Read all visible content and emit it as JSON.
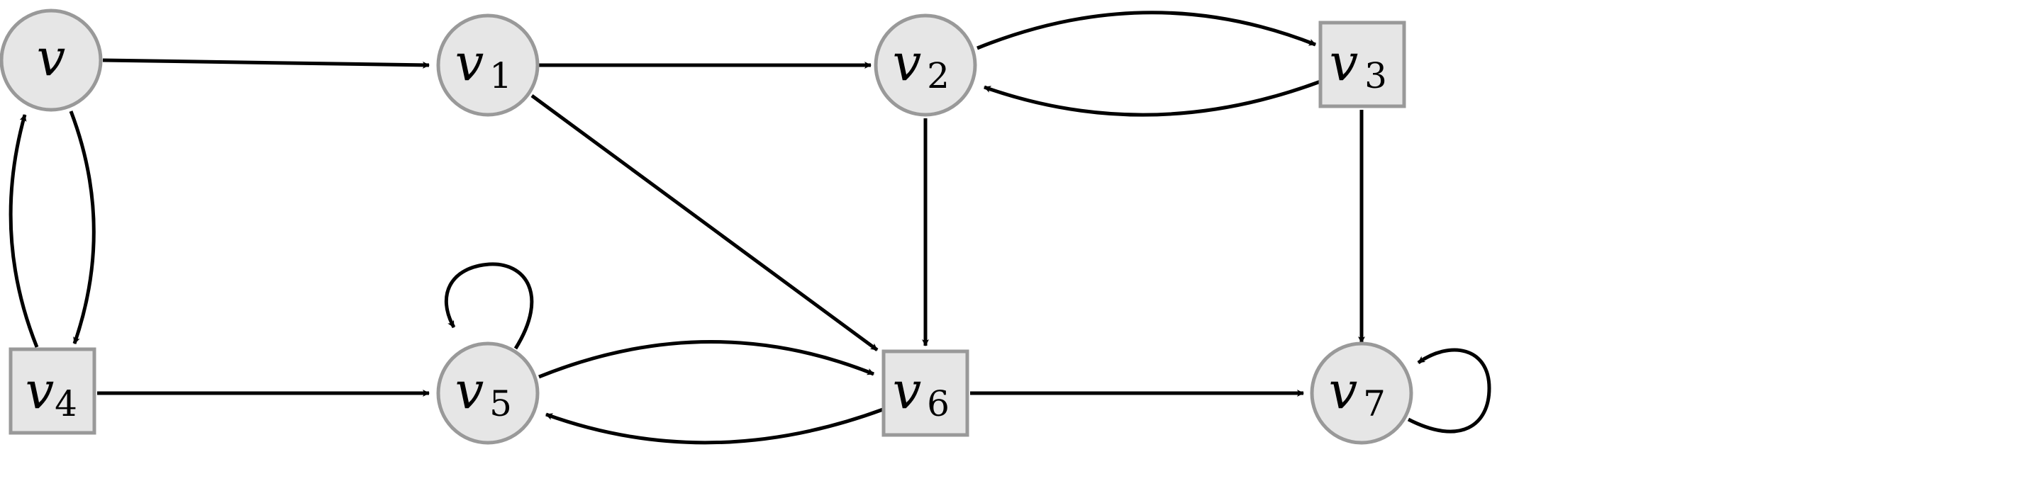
{
  "colors": {
    "node_fill": "#e6e6e6",
    "node_stroke": "#999999",
    "edge": "#000000"
  },
  "nodes": [
    {
      "id": "v",
      "shape": "circle",
      "label": "v",
      "sub": ""
    },
    {
      "id": "v1",
      "shape": "circle",
      "label": "v",
      "sub": "1"
    },
    {
      "id": "v2",
      "shape": "circle",
      "label": "v",
      "sub": "2"
    },
    {
      "id": "v3",
      "shape": "square",
      "label": "v",
      "sub": "3"
    },
    {
      "id": "v4",
      "shape": "square",
      "label": "v",
      "sub": "4"
    },
    {
      "id": "v5",
      "shape": "circle",
      "label": "v",
      "sub": "5"
    },
    {
      "id": "v6",
      "shape": "square",
      "label": "v",
      "sub": "6"
    },
    {
      "id": "v7",
      "shape": "circle",
      "label": "v",
      "sub": "7"
    }
  ],
  "edges": [
    {
      "from": "v",
      "to": "v1"
    },
    {
      "from": "v1",
      "to": "v2"
    },
    {
      "from": "v2",
      "to": "v3"
    },
    {
      "from": "v3",
      "to": "v2"
    },
    {
      "from": "v",
      "to": "v4"
    },
    {
      "from": "v4",
      "to": "v"
    },
    {
      "from": "v1",
      "to": "v6"
    },
    {
      "from": "v2",
      "to": "v6"
    },
    {
      "from": "v3",
      "to": "v7"
    },
    {
      "from": "v4",
      "to": "v5"
    },
    {
      "from": "v5",
      "to": "v5"
    },
    {
      "from": "v5",
      "to": "v6"
    },
    {
      "from": "v6",
      "to": "v5"
    },
    {
      "from": "v6",
      "to": "v7"
    },
    {
      "from": "v7",
      "to": "v7"
    }
  ]
}
